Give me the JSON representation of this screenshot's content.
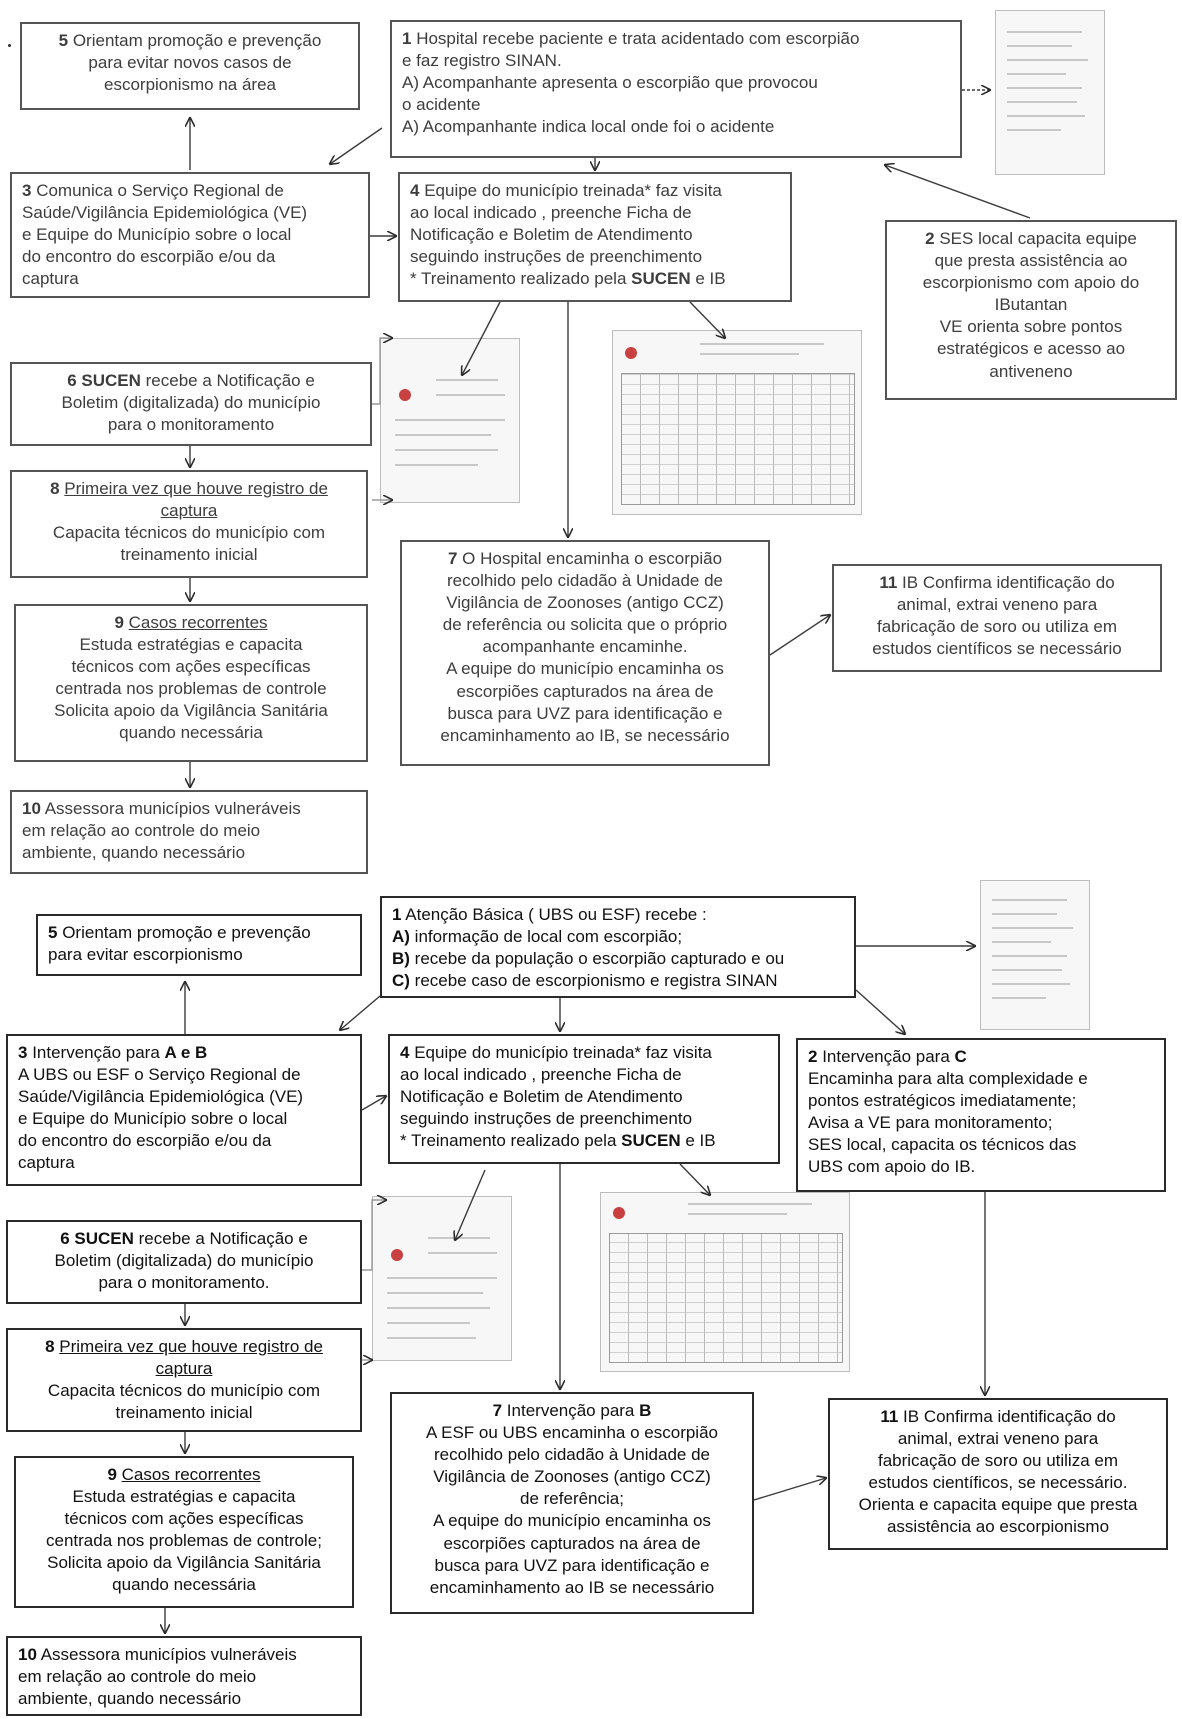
{
  "top": {
    "b1": {
      "num": "1",
      "lines": [
        "Hospital recebe paciente e trata acidentado com escorpião",
        "e faz registro SINAN.",
        "A)  Acompanhante  apresenta o escorpião que provocou",
        "o acidente",
        "A)  Acompanhante indica local onde foi o acidente"
      ]
    },
    "b2": {
      "num": "2",
      "lines": [
        "SES local capacita equipe",
        "que presta assistência ao",
        "escorpionismo com apoio do",
        "IButantan",
        "VE orienta sobre pontos",
        "estratégicos e acesso ao",
        "antiveneno"
      ]
    },
    "b3": {
      "num": "3",
      "lines": [
        "Comunica o Serviço Regional de",
        "Saúde/Vigilância Epidemiológica (VE)",
        "e Equipe do Município sobre o local",
        "do encontro do escorpião e/ou da",
        "captura"
      ]
    },
    "b4": {
      "num": "4",
      "lines": [
        "Equipe do município treinada* faz visita",
        "ao local indicado , preenche Ficha de",
        "Notificação e Boletim de Atendimento",
        "seguindo instruções de preenchimento"
      ],
      "note_pre": "* Treinamento  realizado pela ",
      "note_bold": "SUCEN",
      "note_post": " e IB"
    },
    "b5": {
      "num": "5",
      "lines": [
        "Orientam  promoção e prevenção",
        "para evitar novos casos de",
        "escorpionismo na área"
      ]
    },
    "b6": {
      "num": "6",
      "bold": "SUCEN",
      "first_rest": " recebe  a Notificação e",
      "lines": [
        "Boletim  (digitalizada) do município",
        "para o monitoramento"
      ]
    },
    "b7": {
      "num": "7",
      "first_rest": " O Hospital encaminha o escorpião",
      "lines": [
        "recolhido pelo cidadão à Unidade de",
        "Vigilância de Zoonoses (antigo CCZ)",
        "de referência ou solicita que o próprio",
        "acompanhante  encaminhe.",
        "A equipe do município encaminha  os",
        "escorpiões capturados na área de",
        "busca para UVZ para identificação e",
        "encaminhamento  ao IB,  se necessário"
      ]
    },
    "b8": {
      "num": "8",
      "title": "Primeira vez que houve  registro de",
      "title2": "captura",
      "lines": [
        "Capacita técnicos do município  com",
        "treinamento  inicial"
      ]
    },
    "b9": {
      "num": "9",
      "title": "Casos recorrentes",
      "lines": [
        "Estuda estratégias e capacita",
        "técnicos com ações específicas",
        "centrada nos problemas de controle",
        "Solicita apoio da Vigilância  Sanitária",
        "quando necessária"
      ]
    },
    "b10": {
      "num": "10",
      "first_rest": " Assessora municípios  vulneráveis",
      "lines": [
        "em relação ao controle  do meio",
        "ambiente, quando necessário"
      ]
    },
    "b11": {
      "num": "11",
      "first_rest": " IB  Confirma  identificação do",
      "lines": [
        "animal,   extrai veneno para",
        "fabricação de soro ou utiliza em",
        "estudos científicos se necessário"
      ]
    }
  },
  "bottom": {
    "b1": {
      "num": "1",
      "first_rest": " Atenção Básica ( UBS ou ESF) recebe :",
      "items": [
        {
          "k": "A)",
          "t": " informação de local com escorpião;"
        },
        {
          "k": "B)",
          "t": " recebe da população o escorpião capturado e ou"
        },
        {
          "k": "C)",
          "t": " recebe caso de escorpionismo e registra SINAN"
        }
      ]
    },
    "b2": {
      "num": "2",
      "first_rest": " Intervenção  para ",
      "bold": "C",
      "lines": [
        "Encaminha para alta complexidade e",
        "pontos estratégicos imediatamente;",
        "Avisa a VE para monitoramento;",
        "SES local, capacita os técnicos das",
        "UBS com apoio do IB."
      ]
    },
    "b3": {
      "num": "3",
      "first_rest": " Intervenção  para ",
      "bold": "A e B",
      "lines": [
        "A  UBS ou ESF o Serviço Regional de",
        "Saúde/Vigilância Epidemiológica  (VE)",
        "e Equipe do Município  sobre o local",
        "do encontro do escorpião e/ou da",
        "captura"
      ]
    },
    "b4": {
      "num": "4",
      "lines": [
        "Equipe do município  treinada* faz visita",
        "ao local indicado , preenche Ficha de",
        "Notificação e Boletim de Atendimento",
        "seguindo instruções de preenchimento"
      ],
      "note_pre": "* Treinamento  realizado pela ",
      "note_bold": "SUCEN",
      "note_post": " e IB"
    },
    "b5": {
      "num": "5",
      "lines": [
        "Orientam  promoção e prevenção",
        "para evitar escorpionismo"
      ]
    },
    "b6": {
      "num": "6",
      "bold": "SUCEN",
      "first_rest": " recebe  a Notificação e",
      "lines": [
        "Boletim  (digitalizada) do município",
        "para o monitoramento."
      ]
    },
    "b7": {
      "num": "7",
      "first_rest": " Intervenção  para ",
      "bold": "B",
      "lines": [
        "A ESF ou UBS encaminha  o escorpião",
        "recolhido pelo cidadão à Unidade de",
        "Vigilância de Zoonoses (antigo CCZ)",
        "de referência;",
        "A equipe do município encaminha  os",
        "escorpiões capturados na área de",
        "busca para UVZ para identificação e",
        "encaminhamento  ao IB se necessário"
      ]
    },
    "b8": {
      "num": "8",
      "title": "Primeira vez que houve  registro de",
      "title2": "captura",
      "lines": [
        "Capacita técnicos do município  com",
        "treinamento  inicial"
      ]
    },
    "b9": {
      "num": "9",
      "title": "Casos recorrentes",
      "lines": [
        "Estuda estratégias e capacita",
        "técnicos com ações específicas",
        "centrada nos problemas de controle;",
        "Solicita apoio da Vigilância  Sanitária",
        "quando necessária"
      ]
    },
    "b10": {
      "num": "10",
      "first_rest": " Assessora municípios  vulneráveis",
      "lines": [
        "em relação ao controle  do meio",
        "ambiente, quando necessário"
      ]
    },
    "b11": {
      "num": "11",
      "first_rest": " IB  Confirma  identificação do",
      "lines": [
        "animal,  extrai veneno para",
        "fabricação de soro ou utiliza em",
        "estudos científicos, se necessário.",
        "Orienta  e capacita equipe que presta",
        "assistência ao escorpionismo"
      ]
    }
  },
  "colors": {
    "line": "#2a2a2a",
    "text_faded": "#3d3d3d",
    "seal": "#c94040"
  },
  "icons": [
    "notification-form-thumbnail",
    "attendance-sheet-thumbnail",
    "sinan-record-thumbnail"
  ]
}
